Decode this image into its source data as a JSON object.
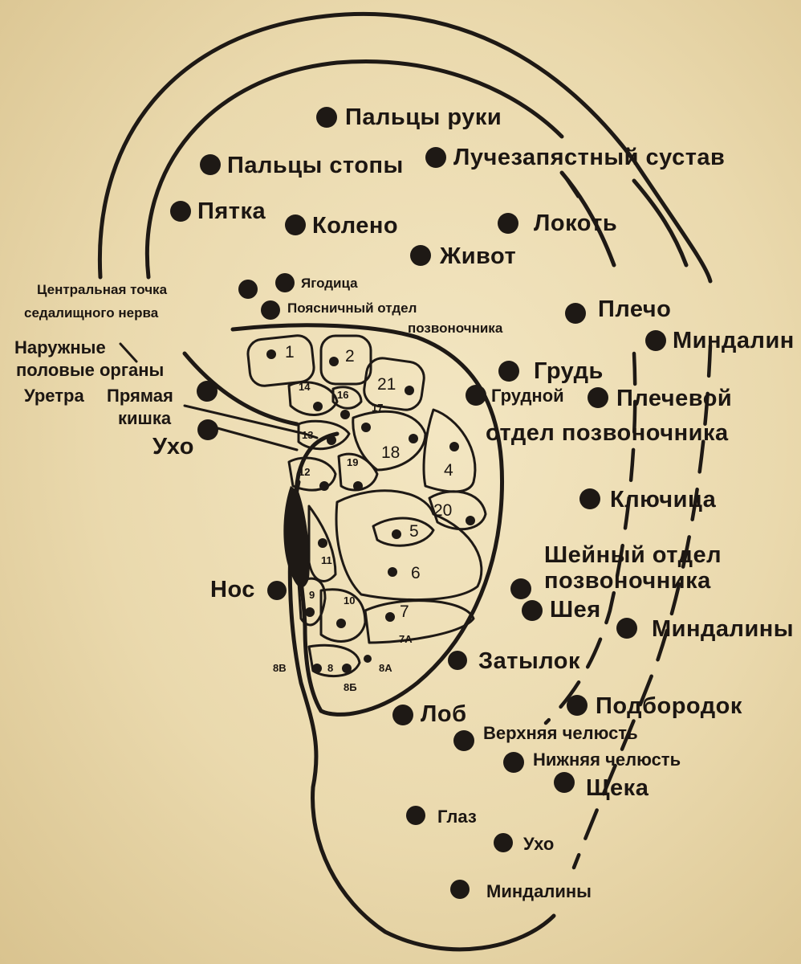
{
  "colors": {
    "paper": "#ead9ad",
    "ink": "#1e1915"
  },
  "labels": {
    "fingers": "Пальцы руки",
    "toes": "Пальцы стопы",
    "wrist": "Лучезапястный сустав",
    "heel": "Пятка",
    "knee": "Колено",
    "elbow": "Локоть",
    "belly": "Живот",
    "sciatic_line1": "Центральная точка",
    "sciatic_line2": "седалищного нерва",
    "buttock": "Ягодица",
    "lumbar_line1": "Поясничный отдел",
    "lumbar_line2": "позвоночника",
    "shoulder": "Плечо",
    "tonsils_upper": "Миндалин",
    "genitals_line1": "Наружные",
    "genitals_line2": "половые органы",
    "chest": "Грудь",
    "urethra": "Уретра",
    "rectum_line1": "Прямая",
    "rectum_line2": "кишка",
    "ear_left": "Ухо",
    "thoracic": "Грудной",
    "shoulder_joint": "Плечевой",
    "spine_section": "отдел позвоночника",
    "clavicle": "Ключица",
    "cervical_line1": "Шейный отдел",
    "cervical_line2": "позвоночника",
    "nose": "Нос",
    "neck": "Шея",
    "tonsils_mid": "Миндалины",
    "occiput": "Затылок",
    "forehead": "Лоб",
    "chin": "Подбородок",
    "upper_jaw": "Верхняя челюсть",
    "lower_jaw": "Нижняя челюсть",
    "cheek": "Щека",
    "eye": "Глаз",
    "ear_lobe": "Ухо",
    "tonsils_lobe": "Миндалины"
  },
  "zones": [
    "1",
    "2",
    "21",
    "14",
    "16",
    "17",
    "13",
    "18",
    "4",
    "12",
    "19",
    "20",
    "5",
    "11",
    "6",
    "9",
    "10",
    "7",
    "7А",
    "8В",
    "8",
    "8А",
    "8Б"
  ]
}
